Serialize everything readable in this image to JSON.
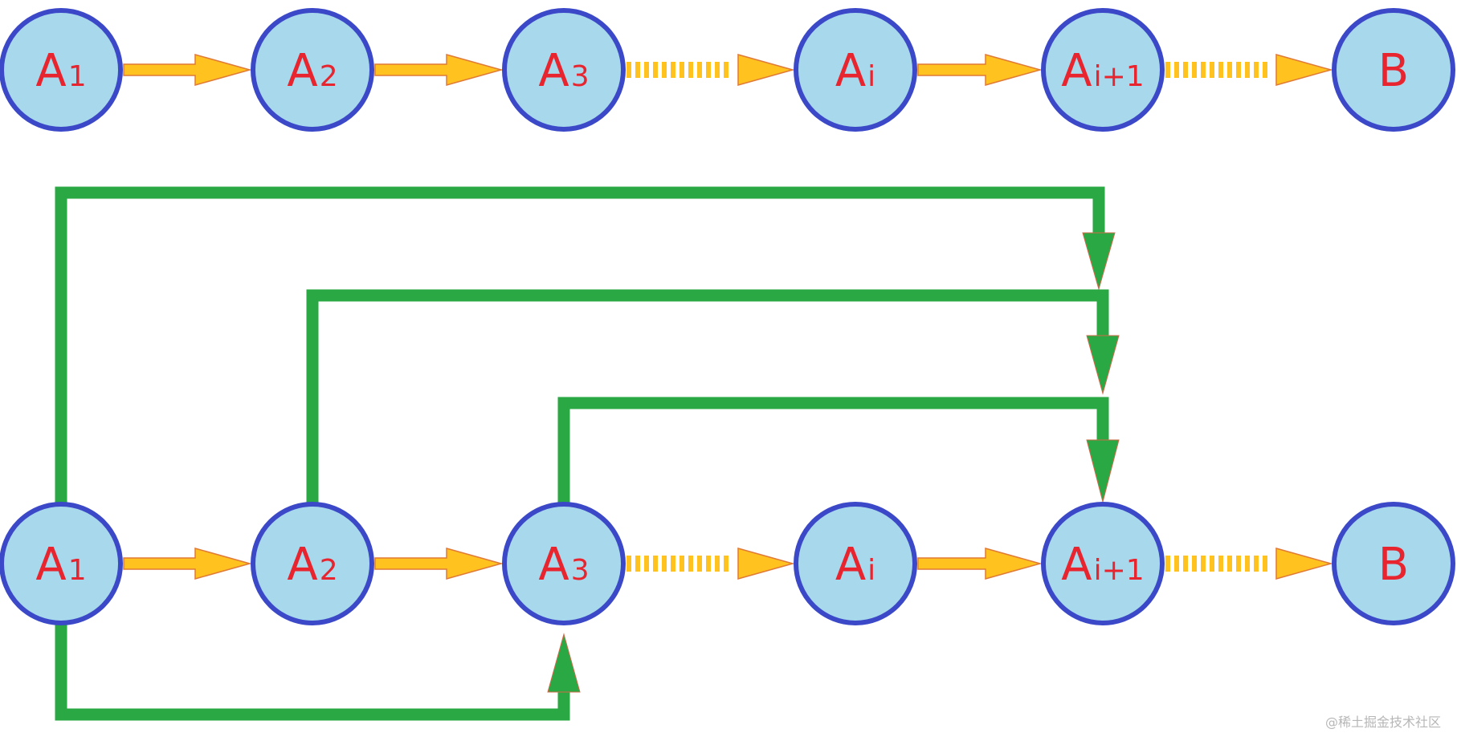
{
  "rows": [
    {
      "name": "top-row",
      "nodes": [
        {
          "id": "A1",
          "base": "A",
          "sub": "1"
        },
        {
          "id": "A2",
          "base": "A",
          "sub": "2"
        },
        {
          "id": "A3",
          "base": "A",
          "sub": "3"
        },
        {
          "id": "Ai",
          "base": "A",
          "sub": "i"
        },
        {
          "id": "Ai+1",
          "base": "A",
          "sub": "i+1"
        },
        {
          "id": "B",
          "base": "B",
          "sub": ""
        }
      ],
      "edges": [
        {
          "from": "A1",
          "to": "A2",
          "style": "solid"
        },
        {
          "from": "A2",
          "to": "A3",
          "style": "solid"
        },
        {
          "from": "A3",
          "to": "Ai",
          "style": "dashed"
        },
        {
          "from": "Ai",
          "to": "Ai+1",
          "style": "solid"
        },
        {
          "from": "Ai+1",
          "to": "B",
          "style": "dashed"
        }
      ]
    },
    {
      "name": "bottom-row",
      "nodes": [
        {
          "id": "A1",
          "base": "A",
          "sub": "1"
        },
        {
          "id": "A2",
          "base": "A",
          "sub": "2"
        },
        {
          "id": "A3",
          "base": "A",
          "sub": "3"
        },
        {
          "id": "Ai",
          "base": "A",
          "sub": "i"
        },
        {
          "id": "Ai+1",
          "base": "A",
          "sub": "i+1"
        },
        {
          "id": "B",
          "base": "B",
          "sub": ""
        }
      ],
      "edges": [
        {
          "from": "A1",
          "to": "A2",
          "style": "solid"
        },
        {
          "from": "A2",
          "to": "A3",
          "style": "solid"
        },
        {
          "from": "A3",
          "to": "Ai",
          "style": "dashed"
        },
        {
          "from": "Ai",
          "to": "Ai+1",
          "style": "solid"
        },
        {
          "from": "Ai+1",
          "to": "B",
          "style": "dashed"
        }
      ],
      "jumps": [
        {
          "from": "A1",
          "to": "Ai+1"
        },
        {
          "from": "A2",
          "to": "Ai+1"
        },
        {
          "from": "A3",
          "to": "Ai+1"
        },
        {
          "from": "A1",
          "to": "A3"
        }
      ]
    }
  ],
  "colors": {
    "node_fill": "#a8d8ec",
    "node_stroke": "#3b49c9",
    "label": "#e8252e",
    "arrow": "#ffc21f",
    "jump": "#2aa843"
  },
  "watermark": "@稀土掘金技术社区"
}
